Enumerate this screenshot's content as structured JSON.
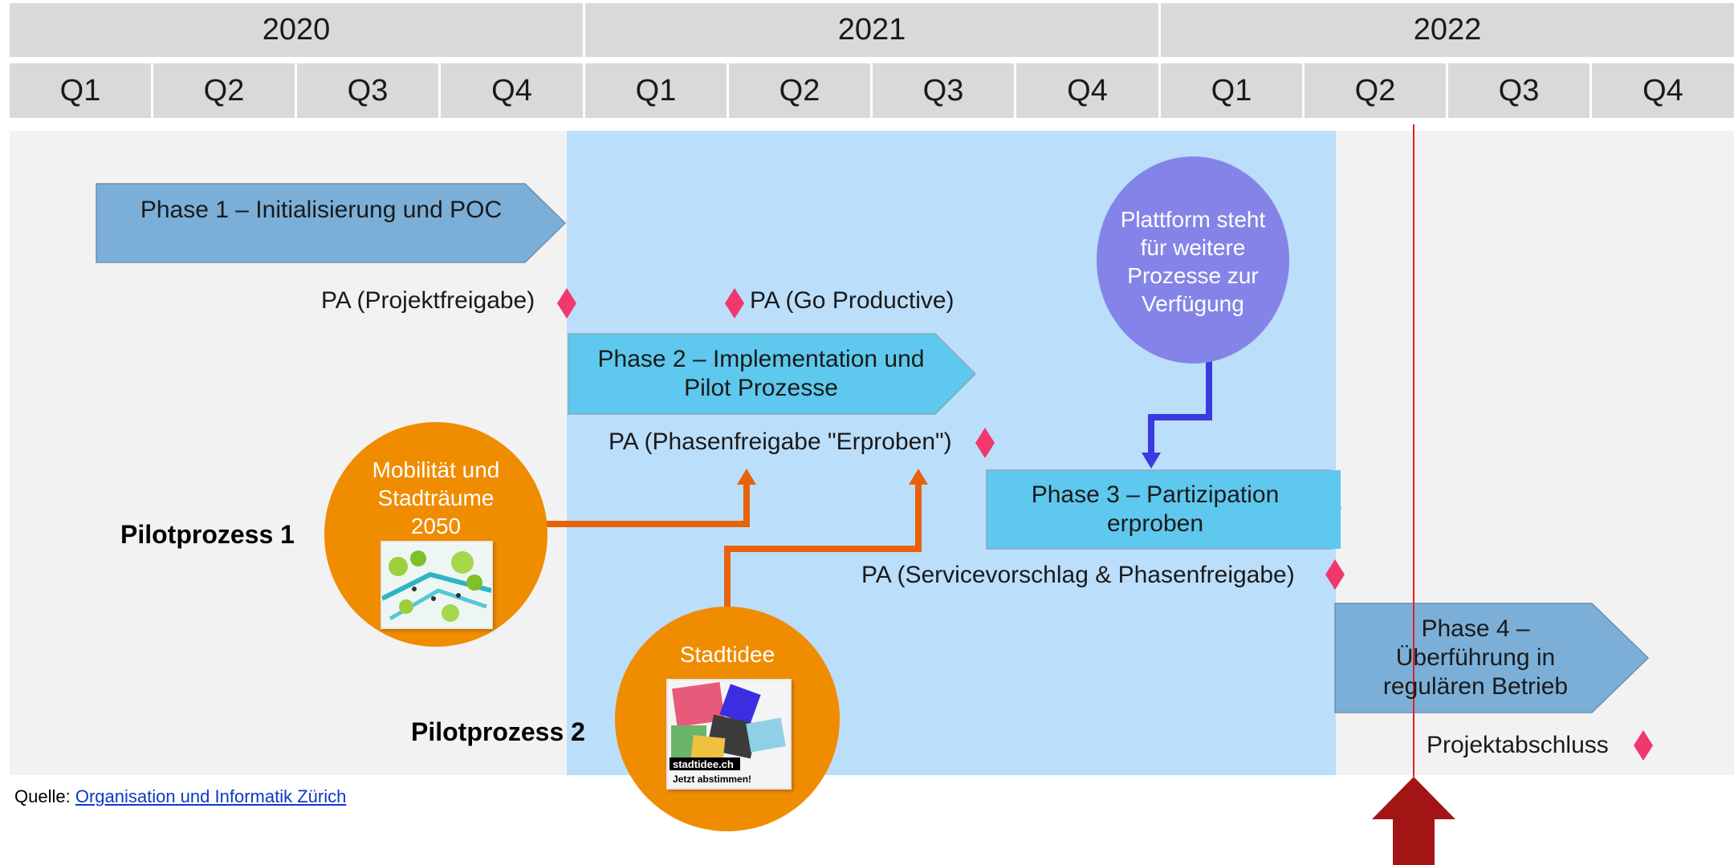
{
  "timeline": {
    "years": [
      "2020",
      "2021",
      "2022"
    ],
    "quarters": [
      "Q1",
      "Q2",
      "Q3",
      "Q4",
      "Q1",
      "Q2",
      "Q3",
      "Q4",
      "Q1",
      "Q2",
      "Q3",
      "Q4"
    ]
  },
  "phases": {
    "p1": "Phase 1 – Initialisierung und POC",
    "p2_line1": "Phase 2 – Implementation und",
    "p2_line2": "Pilot Prozesse",
    "p3_line1": "Phase 3 – Partizipation",
    "p3_line2": "erproben",
    "p4_line1": "Phase 4 –",
    "p4_line2": "Überführung in",
    "p4_line3": "regulären Betrieb"
  },
  "milestones": {
    "projektfreigabe": "PA (Projektfreigabe)",
    "go_productive": "PA (Go Productive)",
    "phasenfreigabe": "PA (Phasenfreigabe \"Erproben\")",
    "servicevorschlag": "PA (Servicevorschlag & Phasenfreigabe)",
    "projektabschluss": "Projektabschluss"
  },
  "platform": {
    "line1": "Plattform steht",
    "line2": "für weitere",
    "line3": "Prozesse zur",
    "line4": "Verfügung"
  },
  "pilots": {
    "p1_label": "Pilotprozess 1",
    "p1_line1": "Mobilität und",
    "p1_line2": "Stadträume",
    "p1_line3": "2050",
    "p2_label": "Pilotprozess 2",
    "p2_title": "Stadtidee",
    "p2_logo": "stadtidee.ch",
    "p2_slogan_a": "Jetzt ",
    "p2_slogan_b": "abstimmen!"
  },
  "source": {
    "prefix": "Quelle: ",
    "link": "Organisation und Informatik Zürich"
  },
  "colors": {
    "header": "#d9d9d9",
    "blue_band": "#bbdefb",
    "phase_dark": "#7bafd8",
    "phase_light": "#5ec8ee",
    "milestone": "#f0386c",
    "pilot_orange": "#f08c00",
    "connector_orange": "#e8620c",
    "platform_purple": "#8484e8",
    "connector_blue": "#3a3ae0",
    "today_line": "#e02020",
    "today_arrow": "#a31515"
  }
}
